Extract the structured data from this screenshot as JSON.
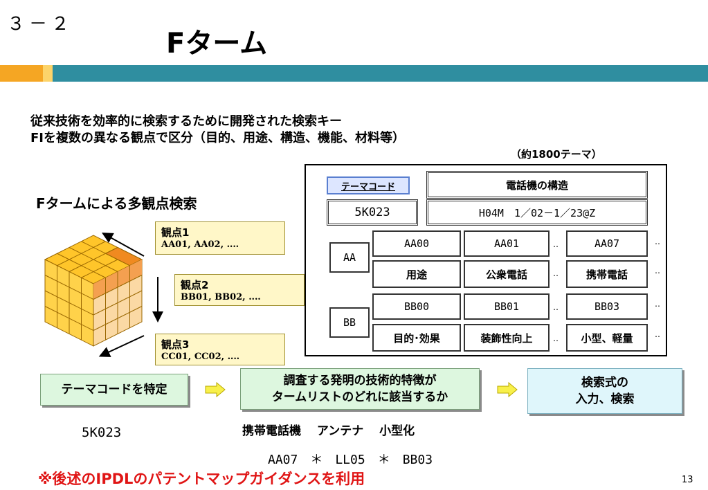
{
  "slide": {
    "number": "３－２",
    "title": "Fターム",
    "page": "13"
  },
  "intro": {
    "line1": "従来技術を効率的に検索するために開発された検索キー",
    "line2": "FIを複数の異なる観点で区分（目的、用途、構造、機能、材料等）"
  },
  "count_note": "（約1800テーマ）",
  "subtitle": "Fタームによる多観点検索",
  "viewpoints": [
    {
      "label": "観点1",
      "codes": "AA01, AA02, ‥‥"
    },
    {
      "label": "観点2",
      "codes": "BB01, BB02, ‥‥"
    },
    {
      "label": "観点3",
      "codes": "CC01, CC02, ‥‥"
    }
  ],
  "table": {
    "theme_label": "テーマコード",
    "theme_title": "電話機の構造",
    "theme_code": "5K023",
    "fi_range": "H04M　1／02－1／23@Z",
    "dots": "‥",
    "rows": [
      {
        "group": "AA",
        "codes": [
          "AA00",
          "AA01",
          "AA07"
        ],
        "names": [
          "用途",
          "公衆電話",
          "携帯電話"
        ]
      },
      {
        "group": "BB",
        "codes": [
          "BB00",
          "BB01",
          "BB03"
        ],
        "names": [
          "目的･効果",
          "装飾性向上",
          "小型、軽量"
        ]
      }
    ]
  },
  "flow": {
    "step1": "テーマコードを特定",
    "step2_line1": "調査する発明の技術的特徴が",
    "step2_line2": "タームリストのどれに該当するか",
    "step3_line1": "検索式の",
    "step3_line2": "入力、検索"
  },
  "example": {
    "theme": "5K023",
    "features": "携帯電話機　 アンテナ　 小型化",
    "formula": "AA07　＊　LL05　＊　BB03"
  },
  "footer_note": "※後述のIPDLのパテントマップガイダンスを利用",
  "colors": {
    "accent_orange": "#f5a623",
    "accent_teal": "#2f8ea0",
    "note_red": "#e01515"
  }
}
